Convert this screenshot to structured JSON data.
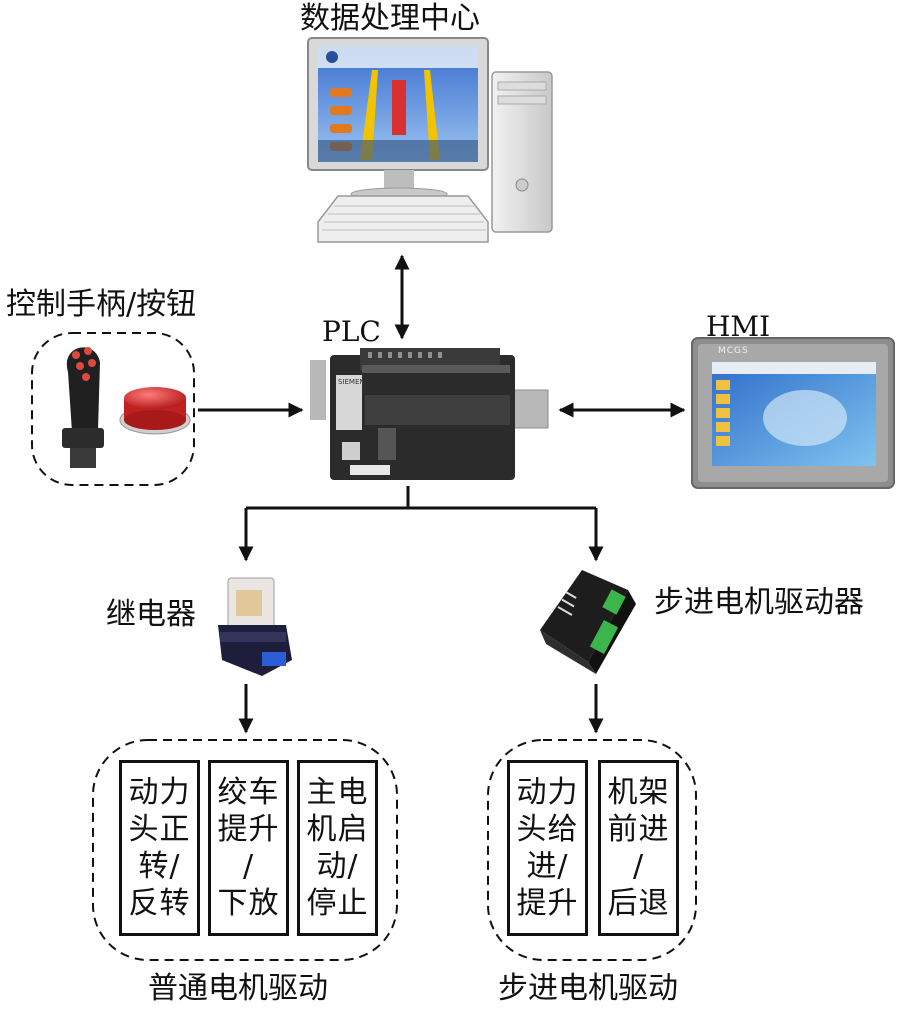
{
  "nodes": {
    "data_center": "数据处理中心",
    "controller": "控制手柄/按钮",
    "plc": "PLC",
    "hmi": "HMI",
    "relay": "继电器",
    "stepper_driver": "步进电机驱动器",
    "hmi_brand": "MCGS",
    "plc_brand": "SIEMENS"
  },
  "normal_group": {
    "caption": "普通电机驱动",
    "boxes": [
      {
        "lines": [
          "动力",
          "头正",
          "转/",
          "反转"
        ]
      },
      {
        "lines": [
          "绞车",
          "提升",
          "/",
          "下放"
        ]
      },
      {
        "lines": [
          "主电",
          "机启",
          "动/",
          "停止"
        ]
      }
    ]
  },
  "stepper_group": {
    "caption": "步进电机驱动",
    "boxes": [
      {
        "lines": [
          "动力",
          "头给",
          "进/",
          "提升"
        ]
      },
      {
        "lines": [
          "机架",
          "前进",
          "/",
          "后退"
        ]
      }
    ]
  },
  "colors": {
    "line": "#111111",
    "hmi_frame": "#8e8e8e",
    "plc_body": "#2b2b2b",
    "button_red": "#d62a2a",
    "driver_green": "#3cb54a"
  }
}
